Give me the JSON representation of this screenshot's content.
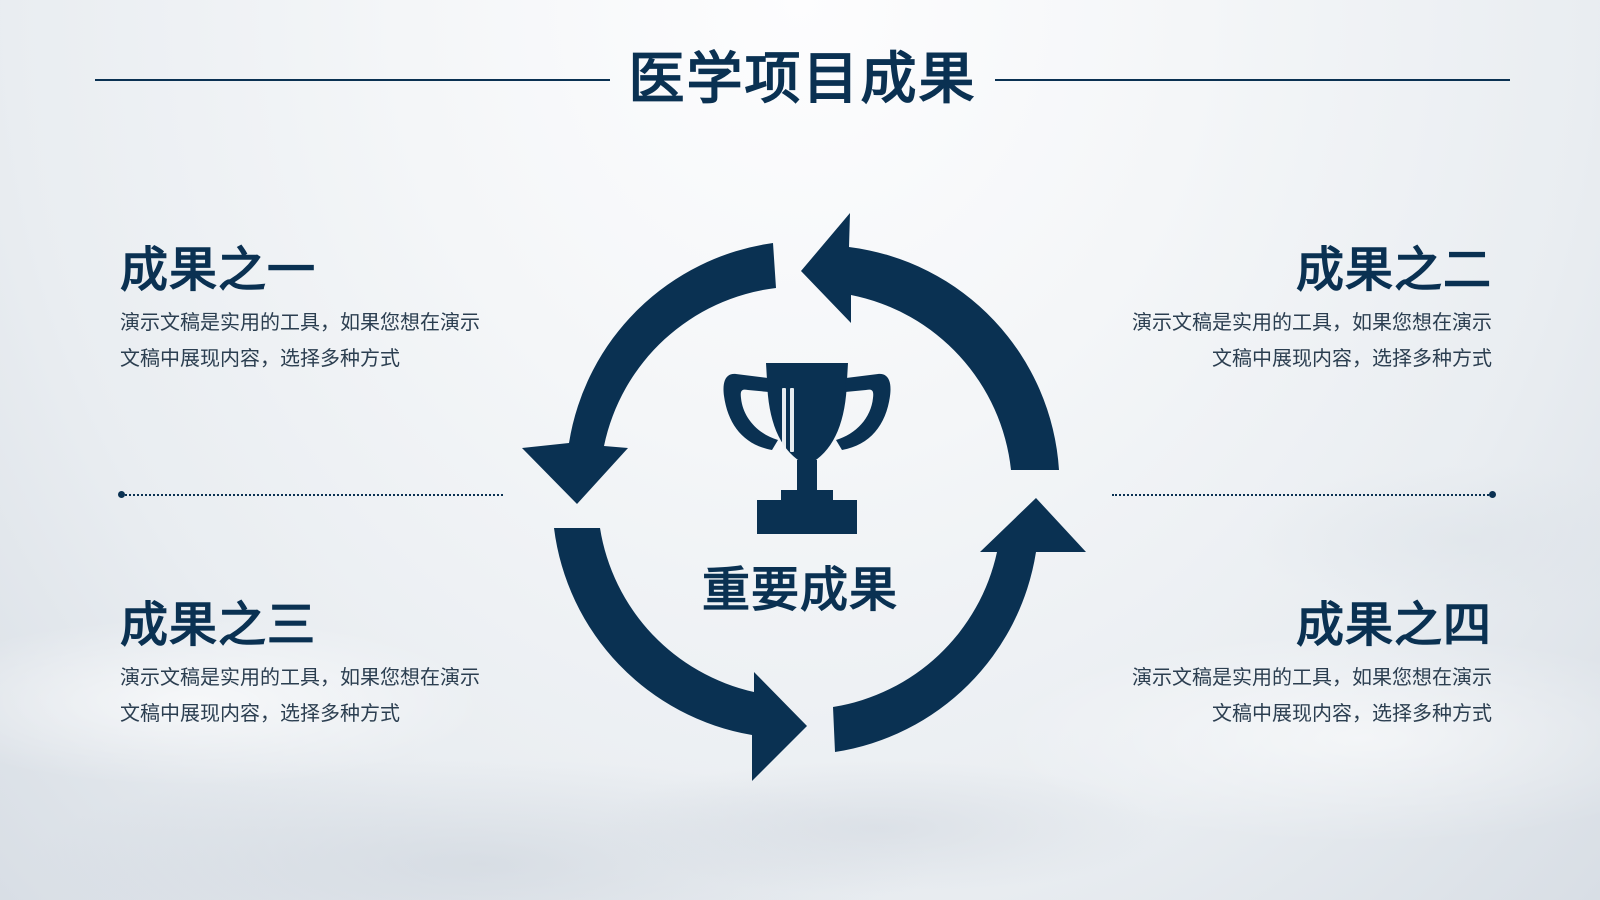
{
  "title": "医学项目成果",
  "center_label": "重要成果",
  "center_icon": "trophy-icon",
  "items": [
    {
      "heading": "成果之一",
      "line1": "演示文稿是实用的工具，如果您想在演示",
      "line2": "文稿中展现内容，选择多种方式"
    },
    {
      "heading": "成果之二",
      "line1": "演示文稿是实用的工具，如果您想在演示",
      "line2": "文稿中展现内容，选择多种方式"
    },
    {
      "heading": "成果之三",
      "line1": "演示文稿是实用的工具，如果您想在演示",
      "line2": "文稿中展现内容，选择多种方式"
    },
    {
      "heading": "成果之四",
      "line1": "演示文稿是实用的工具，如果您想在演示",
      "line2": "文稿中展现内容，选择多种方式"
    }
  ],
  "colors": {
    "primary": "#0a3152",
    "text": "#2b3e50"
  }
}
